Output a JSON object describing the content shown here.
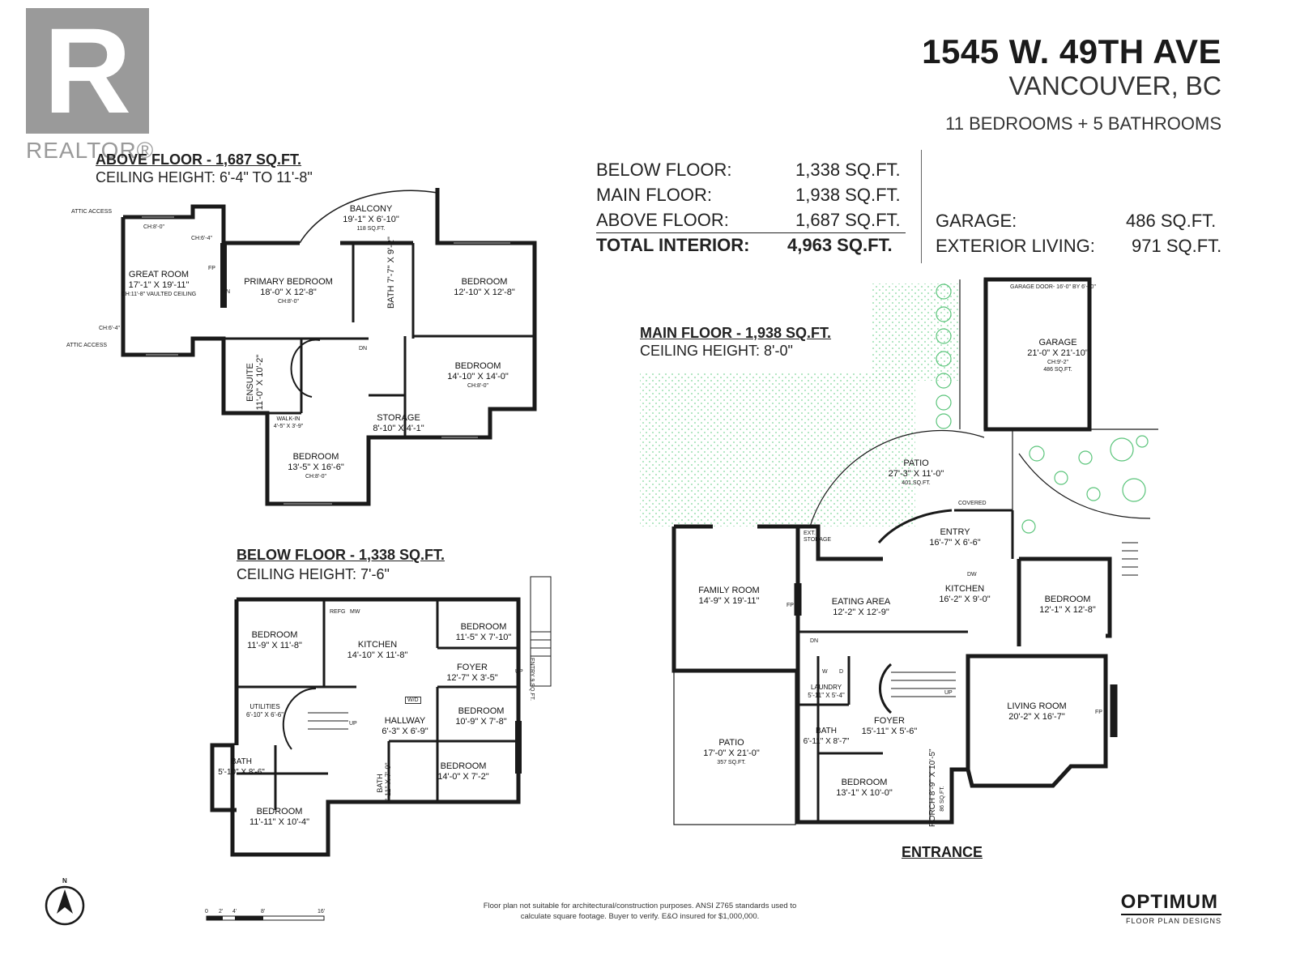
{
  "brand": {
    "realtor_text": "REALTOR®",
    "realtor_letter": "R"
  },
  "address": {
    "line1": "1545 W. 49TH AVE",
    "line2": "VANCOUVER, BC",
    "line3": "11 BEDROOMS + 5 BATHROOMS"
  },
  "areas": {
    "below": {
      "label": "BELOW FLOOR:",
      "value": "1,338 SQ.FT."
    },
    "main": {
      "label": "MAIN FLOOR:",
      "value": "1,938 SQ.FT."
    },
    "above": {
      "label": "ABOVE FLOOR:",
      "value": "1,687 SQ.FT."
    },
    "total": {
      "label": "TOTAL INTERIOR:",
      "value": "4,963 SQ.FT."
    },
    "garage": {
      "label": "GARAGE:",
      "value": "486 SQ.FT."
    },
    "exterior": {
      "label": "EXTERIOR LIVING:",
      "value": "971 SQ.FT."
    }
  },
  "floors": {
    "above": {
      "title": "ABOVE FLOOR - 1,687 SQ.FT.",
      "ceiling": "CEILING HEIGHT: 6'-4\" TO 11'-8\""
    },
    "below": {
      "title": "BELOW FLOOR - 1,338 SQ.FT.",
      "ceiling": "CEILING HEIGHT: 7'-6\""
    },
    "main": {
      "title": "MAIN FLOOR - 1,938 SQ.FT.",
      "ceiling": "CEILING HEIGHT: 8'-0\""
    }
  },
  "rooms": {
    "above": {
      "balcony": {
        "name": "BALCONY",
        "dims": "19'-1\" X 6'-10\"",
        "area": "118 SQ.FT."
      },
      "great_room": {
        "name": "GREAT ROOM",
        "dims": "17'-1\" X 19'-11\"",
        "note": "CH:11'-8\"  VAULTED CEILING"
      },
      "primary_bedroom": {
        "name": "PRIMARY BEDROOM",
        "dims": "18'-0\" X 12'-8\"",
        "ch": "CH:8'-0\""
      },
      "bath": {
        "name": "BATH",
        "dims": "7'-7\" X 9'-2\""
      },
      "bedroom_ne": {
        "name": "BEDROOM",
        "dims": "12'-10\" X 12'-8\""
      },
      "bedroom_e": {
        "name": "BEDROOM",
        "dims": "14'-10\" X 14'-0\"",
        "ch": "CH:8'-0\""
      },
      "ensuite": {
        "name": "ENSUITE",
        "dims": "11'-0\" X 10'-2\""
      },
      "walkin": {
        "name": "WALK-IN",
        "dims": "4'-5\" X 3'-9\""
      },
      "storage": {
        "name": "STORAGE",
        "dims": "8'-10\" X 4'-1\""
      },
      "bedroom_s": {
        "name": "BEDROOM",
        "dims": "13'-5\" X 16'-6\"",
        "ch": "CH:8'-0\""
      },
      "attic1": "ATTIC ACCESS",
      "attic2": "ATTIC ACCESS",
      "ch1": "CH:8'-0\"",
      "ch2": "CH:6'-4\"",
      "ch3": "CH:6'-4\"",
      "fp": "FP",
      "dn1": "DN",
      "dn2": "DN"
    },
    "below": {
      "bedroom_nw": {
        "name": "BEDROOM",
        "dims": "11'-9\" X 11'-8\""
      },
      "kitchen": {
        "name": "KITCHEN",
        "dims": "14'-10\" X 11'-8\""
      },
      "bedroom_ne": {
        "name": "BEDROOM",
        "dims": "11'-5\" X 7'-10\""
      },
      "foyer": {
        "name": "FOYER",
        "dims": "12'-7\" X 3'-5\""
      },
      "entry": {
        "name": "ENTRY",
        "dims": "9 SQ.FT."
      },
      "utilities": {
        "name": "UTILITIES",
        "dims": "6'-10\" X 6'-6\""
      },
      "hallway": {
        "name": "HALLWAY",
        "dims": "6'-3\" X 6'-9\""
      },
      "bedroom_e1": {
        "name": "BEDROOM",
        "dims": "10'-9\" X 7'-8\""
      },
      "bath_w": {
        "name": "BATH",
        "dims": "5'-10\" X 8'-6\""
      },
      "bath_c": {
        "name": "BATH",
        "dims": "4'-11\" X 7'-9\""
      },
      "bedroom_e2": {
        "name": "BEDROOM",
        "dims": "14'-0\" X 7'-2\""
      },
      "bedroom_sw": {
        "name": "BEDROOM",
        "dims": "11'-11\" X 10'-4\""
      },
      "wd": "W/D",
      "refg": "REFG",
      "mw": "MW",
      "up1": "UP",
      "up2": "UP"
    },
    "main": {
      "garage": {
        "name": "GARAGE",
        "dims": "21'-0\" X 21'-10\"",
        "ch": "CH:9'-2\"",
        "area": "486 SQ.FT."
      },
      "garage_door": "GARAGE DOOR- 16'-0\" BY 6'-10\"",
      "patio_n": {
        "name": "PATIO",
        "dims": "27'-3\" X 11'-0\"",
        "area": "401 SQ.FT."
      },
      "covered": "COVERED",
      "entry": {
        "name": "ENTRY",
        "dims": "16'-7\" X 6'-6\""
      },
      "family_room": {
        "name": "FAMILY ROOM",
        "dims": "14'-9\" X 19'-11\""
      },
      "ext_storage": "EXT. STORAGE",
      "eating_area": {
        "name": "EATING AREA",
        "dims": "12'-2\" X 12'-9\""
      },
      "kitchen": {
        "name": "KITCHEN",
        "dims": "16'-2\" X 9'-0\""
      },
      "bedroom_e": {
        "name": "BEDROOM",
        "dims": "12'-1\" X 12'-8\""
      },
      "patio_s": {
        "name": "PATIO",
        "dims": "17'-0\" X 21'-0\"",
        "area": "357 SQ.FT."
      },
      "laundry": {
        "name": "LAUNDRY",
        "dims": "5'-11\" X 5'-4\""
      },
      "living_room": {
        "name": "LIVING ROOM",
        "dims": "20'-2\" X 16'-7\""
      },
      "foyer": {
        "name": "FOYER",
        "dims": "15'-11\" X 5'-6\""
      },
      "bath": {
        "name": "BATH",
        "dims": "6'-11\" X 8'-7\""
      },
      "porch": {
        "name": "PORCH",
        "dims": "8'-9\" X 10'-5\"",
        "area": "86 SQ.FT."
      },
      "bedroom_s": {
        "name": "BEDROOM",
        "dims": "13'-1\" X 10'-0\""
      },
      "dw": "DW",
      "fp1": "FP",
      "fp2": "FP",
      "dn": "DN",
      "up": "UP",
      "w": "W",
      "d": "D"
    }
  },
  "entrance": "ENTRANCE",
  "scale": {
    "ticks": [
      "0",
      "2'",
      "4'",
      "8'",
      "16'"
    ]
  },
  "compass": "N",
  "disclaimer": "Floor plan not suitable for architectural/construction purposes. ANSI Z765 standards used to calculate square footage. Buyer to verify. E&O insured for $1,000,000.",
  "logo": {
    "main": "OPTIMUM",
    "sub": "FLOOR PLAN DESIGNS"
  },
  "colors": {
    "wall": "#1a1a1a",
    "hatch": "#7fd69a",
    "realtor_gray": "#9a9a9a"
  }
}
